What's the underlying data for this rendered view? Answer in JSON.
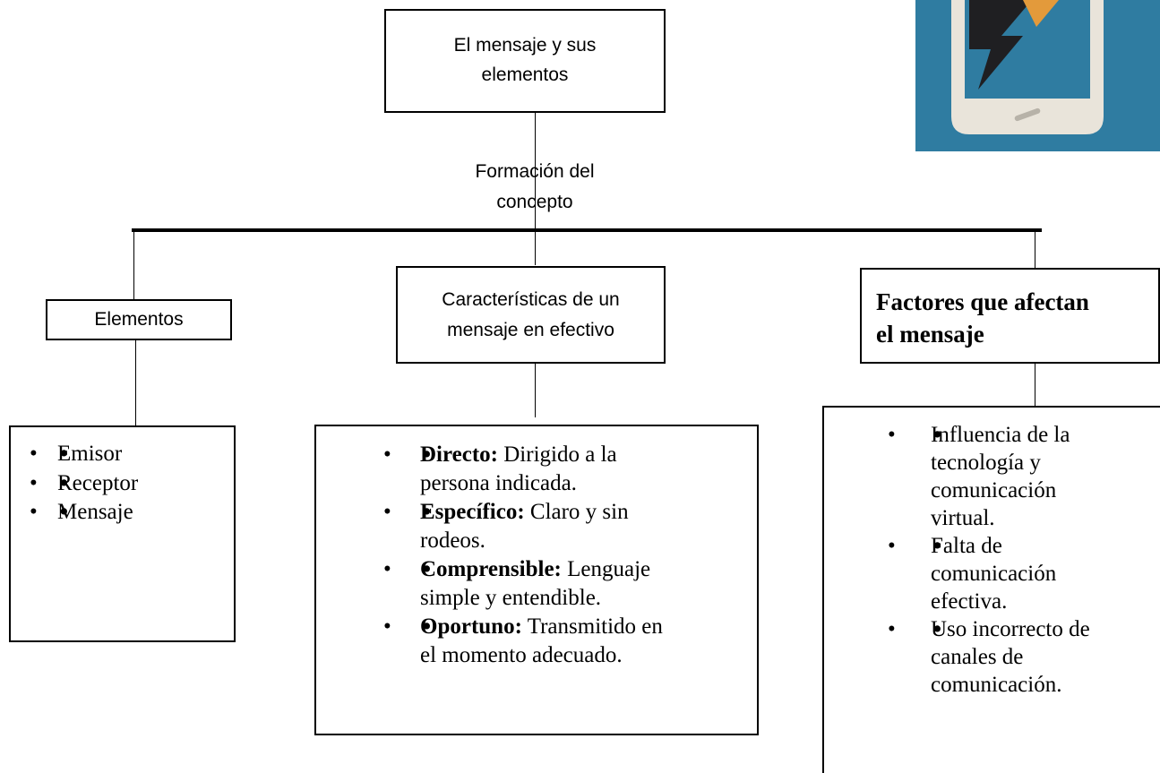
{
  "root": {
    "label": "El mensaje y sus elementos",
    "line1": "El mensaje y sus",
    "line2": "elementos"
  },
  "connector_label": {
    "line1": "Formación del",
    "line2": "concepto"
  },
  "branches": {
    "elementos": {
      "title": "Elementos",
      "items": [
        "Emisor",
        "Receptor",
        "Mensaje"
      ]
    },
    "caracteristicas": {
      "title_line1": "Características de un",
      "title_line2": "mensaje en efectivo",
      "items": [
        {
          "term": "Directo:",
          "line1": " Dirigido a la",
          "line2": "persona indicada."
        },
        {
          "term": "Específico:",
          "line1": " Claro y sin",
          "line2": "rodeos."
        },
        {
          "term": "Comprensible:",
          "line1": " Lenguaje",
          "line2": "simple y entendible."
        },
        {
          "term": "Oportuno:",
          "line1": " Transmitido en",
          "line2": "el momento adecuado."
        }
      ]
    },
    "factores": {
      "title_line1": "Factores que afectan",
      "title_line2": "el mensaje",
      "items": [
        [
          "Influencia de la",
          "tecnología y",
          "comunicación",
          "virtual."
        ],
        [
          "Falta de",
          "comunicación",
          "efectiva."
        ],
        [
          "Uso incorrecto de",
          "canales de",
          "comunicación."
        ]
      ]
    }
  },
  "image": {
    "description": "smartphone-lightning-illustration",
    "colors": {
      "background": "#2f7ca1",
      "phone": "#e9e4da",
      "bolt": "#1f1f22",
      "accent": "#e39a3b"
    }
  }
}
